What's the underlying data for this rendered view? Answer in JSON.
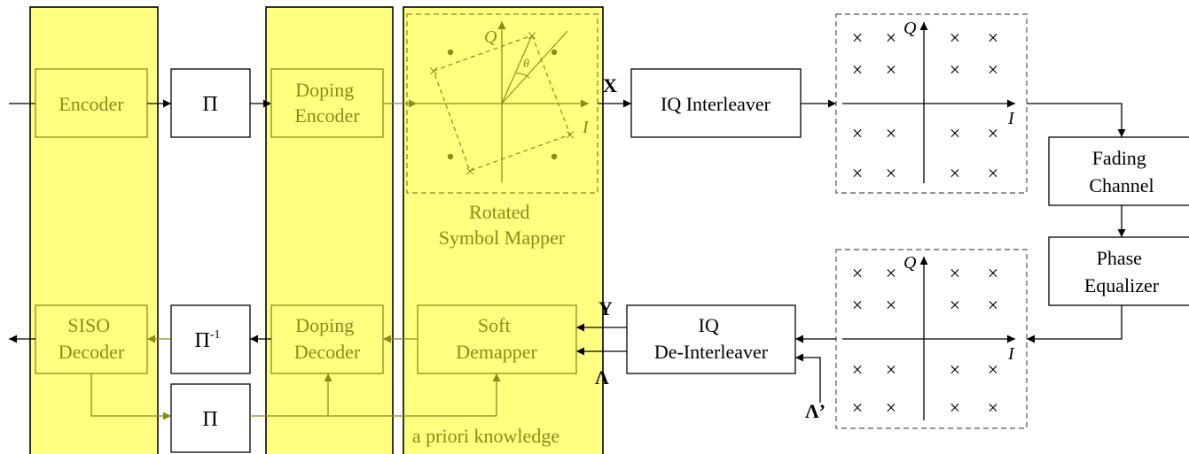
{
  "blocks": {
    "encoder": "Encoder",
    "interleaver_top": "Π",
    "doping_encoder": [
      "Doping",
      "Encoder"
    ],
    "rotated_mapper": [
      "Rotated",
      "Symbol Mapper"
    ],
    "iq_interleaver": "IQ Interleaver",
    "fading_channel": [
      "Fading",
      "Channel"
    ],
    "phase_equalizer": [
      "Phase",
      "Equalizer"
    ],
    "iq_deinterleaver": [
      "IQ",
      "De-Interleaver"
    ],
    "soft_demapper": [
      "Soft",
      "Demapper"
    ],
    "doping_decoder": [
      "Doping",
      "Decoder"
    ],
    "deinterleaver_base": "Π",
    "deinterleaver_sup": "-1",
    "siso_decoder": [
      "SISO",
      "Decoder"
    ],
    "interleaver_bottom": "Π"
  },
  "signals": {
    "x": "X",
    "y": "Y",
    "lambda": "Λ",
    "lambda_prime": "Λ’"
  },
  "constellation": {
    "q_axis": "Q",
    "i_axis": "I",
    "theta": "θ",
    "marker": "×"
  },
  "annotations": {
    "a_priori": "a priori knowledge"
  },
  "colors": {
    "highlight": "#ffff80",
    "block_olive": "#8b8b1a",
    "line": "#000000"
  }
}
